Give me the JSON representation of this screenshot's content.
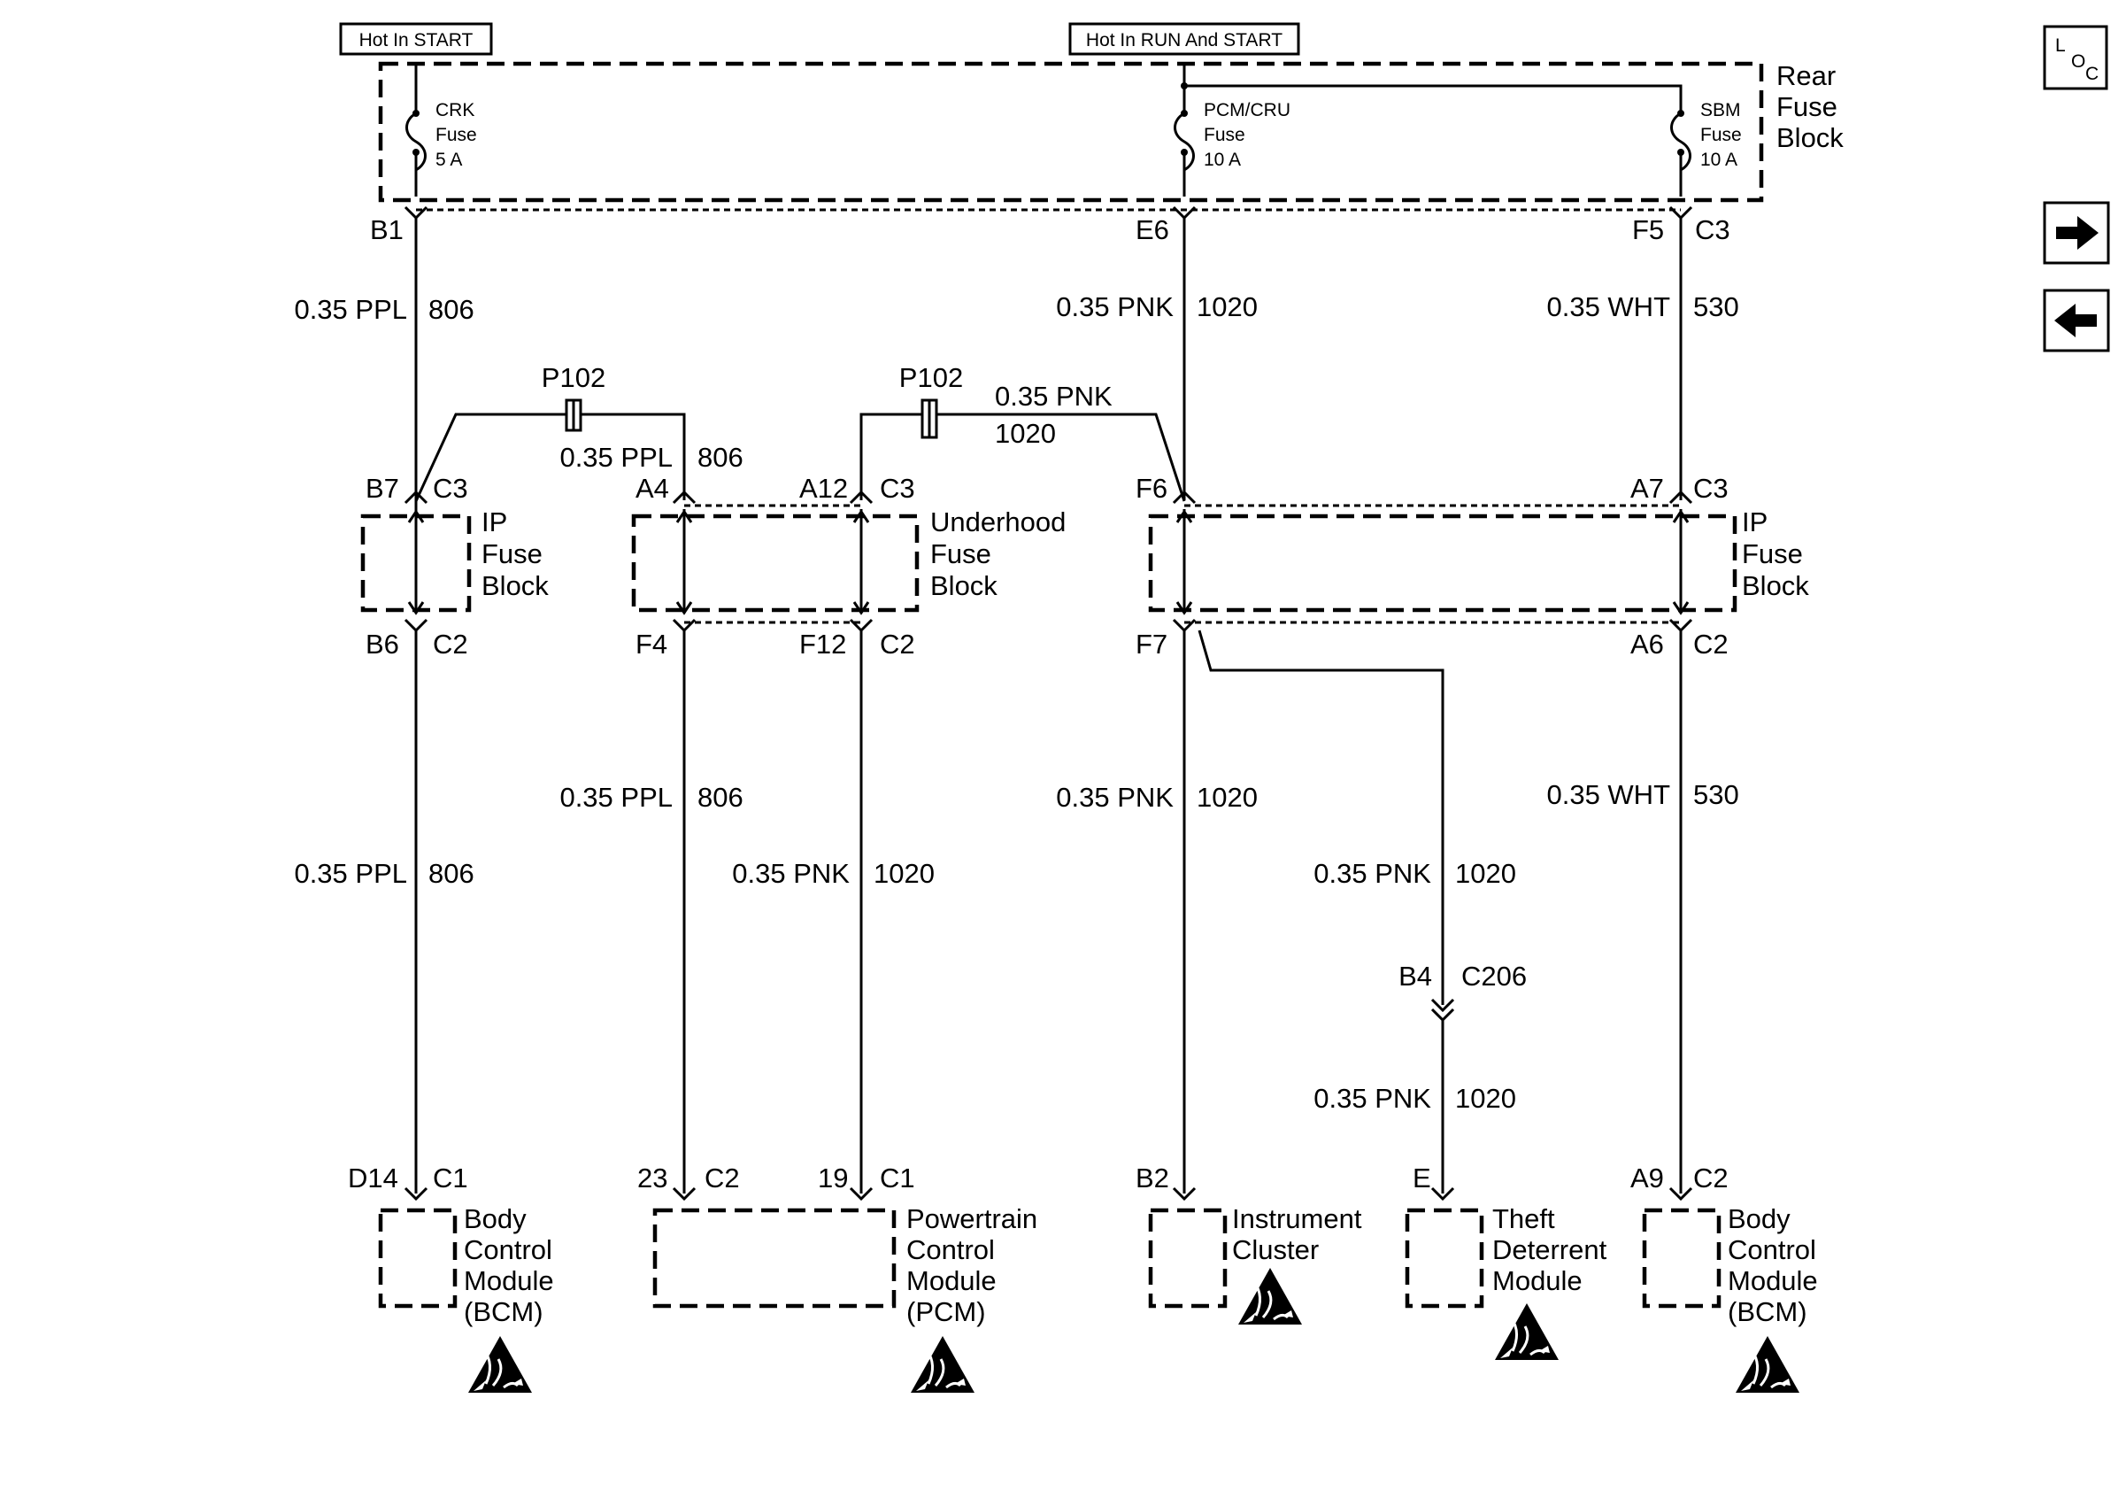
{
  "header": {
    "hot_start": "Hot In START",
    "hot_run_start": "Hot In RUN And START"
  },
  "nav": {
    "loc": {
      "l": "L",
      "o": "O",
      "c": "C"
    }
  },
  "rear_fuse_block": {
    "label": [
      "Rear",
      "Fuse",
      "Block"
    ],
    "fuses": [
      {
        "lines": [
          "CRK",
          "Fuse",
          "5 A"
        ]
      },
      {
        "lines": [
          "PCM/CRU",
          "Fuse",
          "10 A"
        ]
      },
      {
        "lines": [
          "SBM",
          "Fuse",
          "10 A"
        ]
      }
    ]
  },
  "fuse_blocks": {
    "ip_left": [
      "IP",
      "Fuse",
      "Block"
    ],
    "underhood": [
      "Underhood",
      "Fuse",
      "Block"
    ],
    "ip_right": [
      "IP",
      "Fuse",
      "Block"
    ]
  },
  "splices": {
    "left": "P102",
    "right": "P102"
  },
  "pins": {
    "b1": "B1",
    "e6": "E6",
    "f5": "F5",
    "c3_rear": "C3",
    "b7": "B7",
    "c3_ip_l": "C3",
    "a4": "A4",
    "a12": "A12",
    "c3_uh": "C3",
    "f6": "F6",
    "a7": "A7",
    "c3_ip_r": "C3",
    "b6": "B6",
    "c2_ip_l": "C2",
    "f4": "F4",
    "f12": "F12",
    "c2_uh": "C2",
    "f7": "F7",
    "a6": "A6",
    "c2_ip_r": "C2",
    "b4": "B4",
    "c206": "C206",
    "d14": "D14",
    "c1_bcm_l": "C1",
    "p23": "23",
    "c2_pcm": "C2",
    "p19": "19",
    "c1_pcm": "C1",
    "b2": "B2",
    "e": "E",
    "a9": "A9",
    "c2_bcm_r": "C2"
  },
  "wires": {
    "w1": {
      "gauge": "0.35 PPL",
      "circuit": "806"
    },
    "w2": {
      "gauge": "0.35 PNK",
      "circuit": "1020"
    },
    "w3": {
      "gauge": "0.35 WHT",
      "circuit": "530"
    },
    "w4": {
      "gauge": "0.35 PPL",
      "circuit": "806"
    },
    "w5": {
      "gauge": "0.35 PNK",
      "circuit": "1020"
    },
    "w6": {
      "gauge": "0.35 PPL",
      "circuit": "806"
    },
    "w7": {
      "gauge": "0.35 PNK",
      "circuit": "1020"
    },
    "w8": {
      "gauge": "0.35 WHT",
      "circuit": "530"
    },
    "w9": {
      "gauge": "0.35 PPL",
      "circuit": "806"
    },
    "w10": {
      "gauge": "0.35 PNK",
      "circuit": "1020"
    },
    "w11": {
      "gauge": "0.35 PNK",
      "circuit": "1020"
    },
    "w12": {
      "gauge": "0.35 PNK",
      "circuit": "1020"
    }
  },
  "modules": {
    "bcm_left": [
      "Body",
      "Control",
      "Module",
      "(BCM)"
    ],
    "pcm": [
      "Powertrain",
      "Control",
      "Module",
      "(PCM)"
    ],
    "ic": [
      "Instrument",
      "Cluster"
    ],
    "tdm": [
      "Theft",
      "Deterrent",
      "Module"
    ],
    "bcm_right": [
      "Body",
      "Control",
      "Module",
      "(BCM)"
    ]
  },
  "icons": {
    "esd": "esd-sensitive-icon",
    "next": "arrow-right-icon",
    "prev": "arrow-left-icon",
    "loc": "loc-icon"
  }
}
